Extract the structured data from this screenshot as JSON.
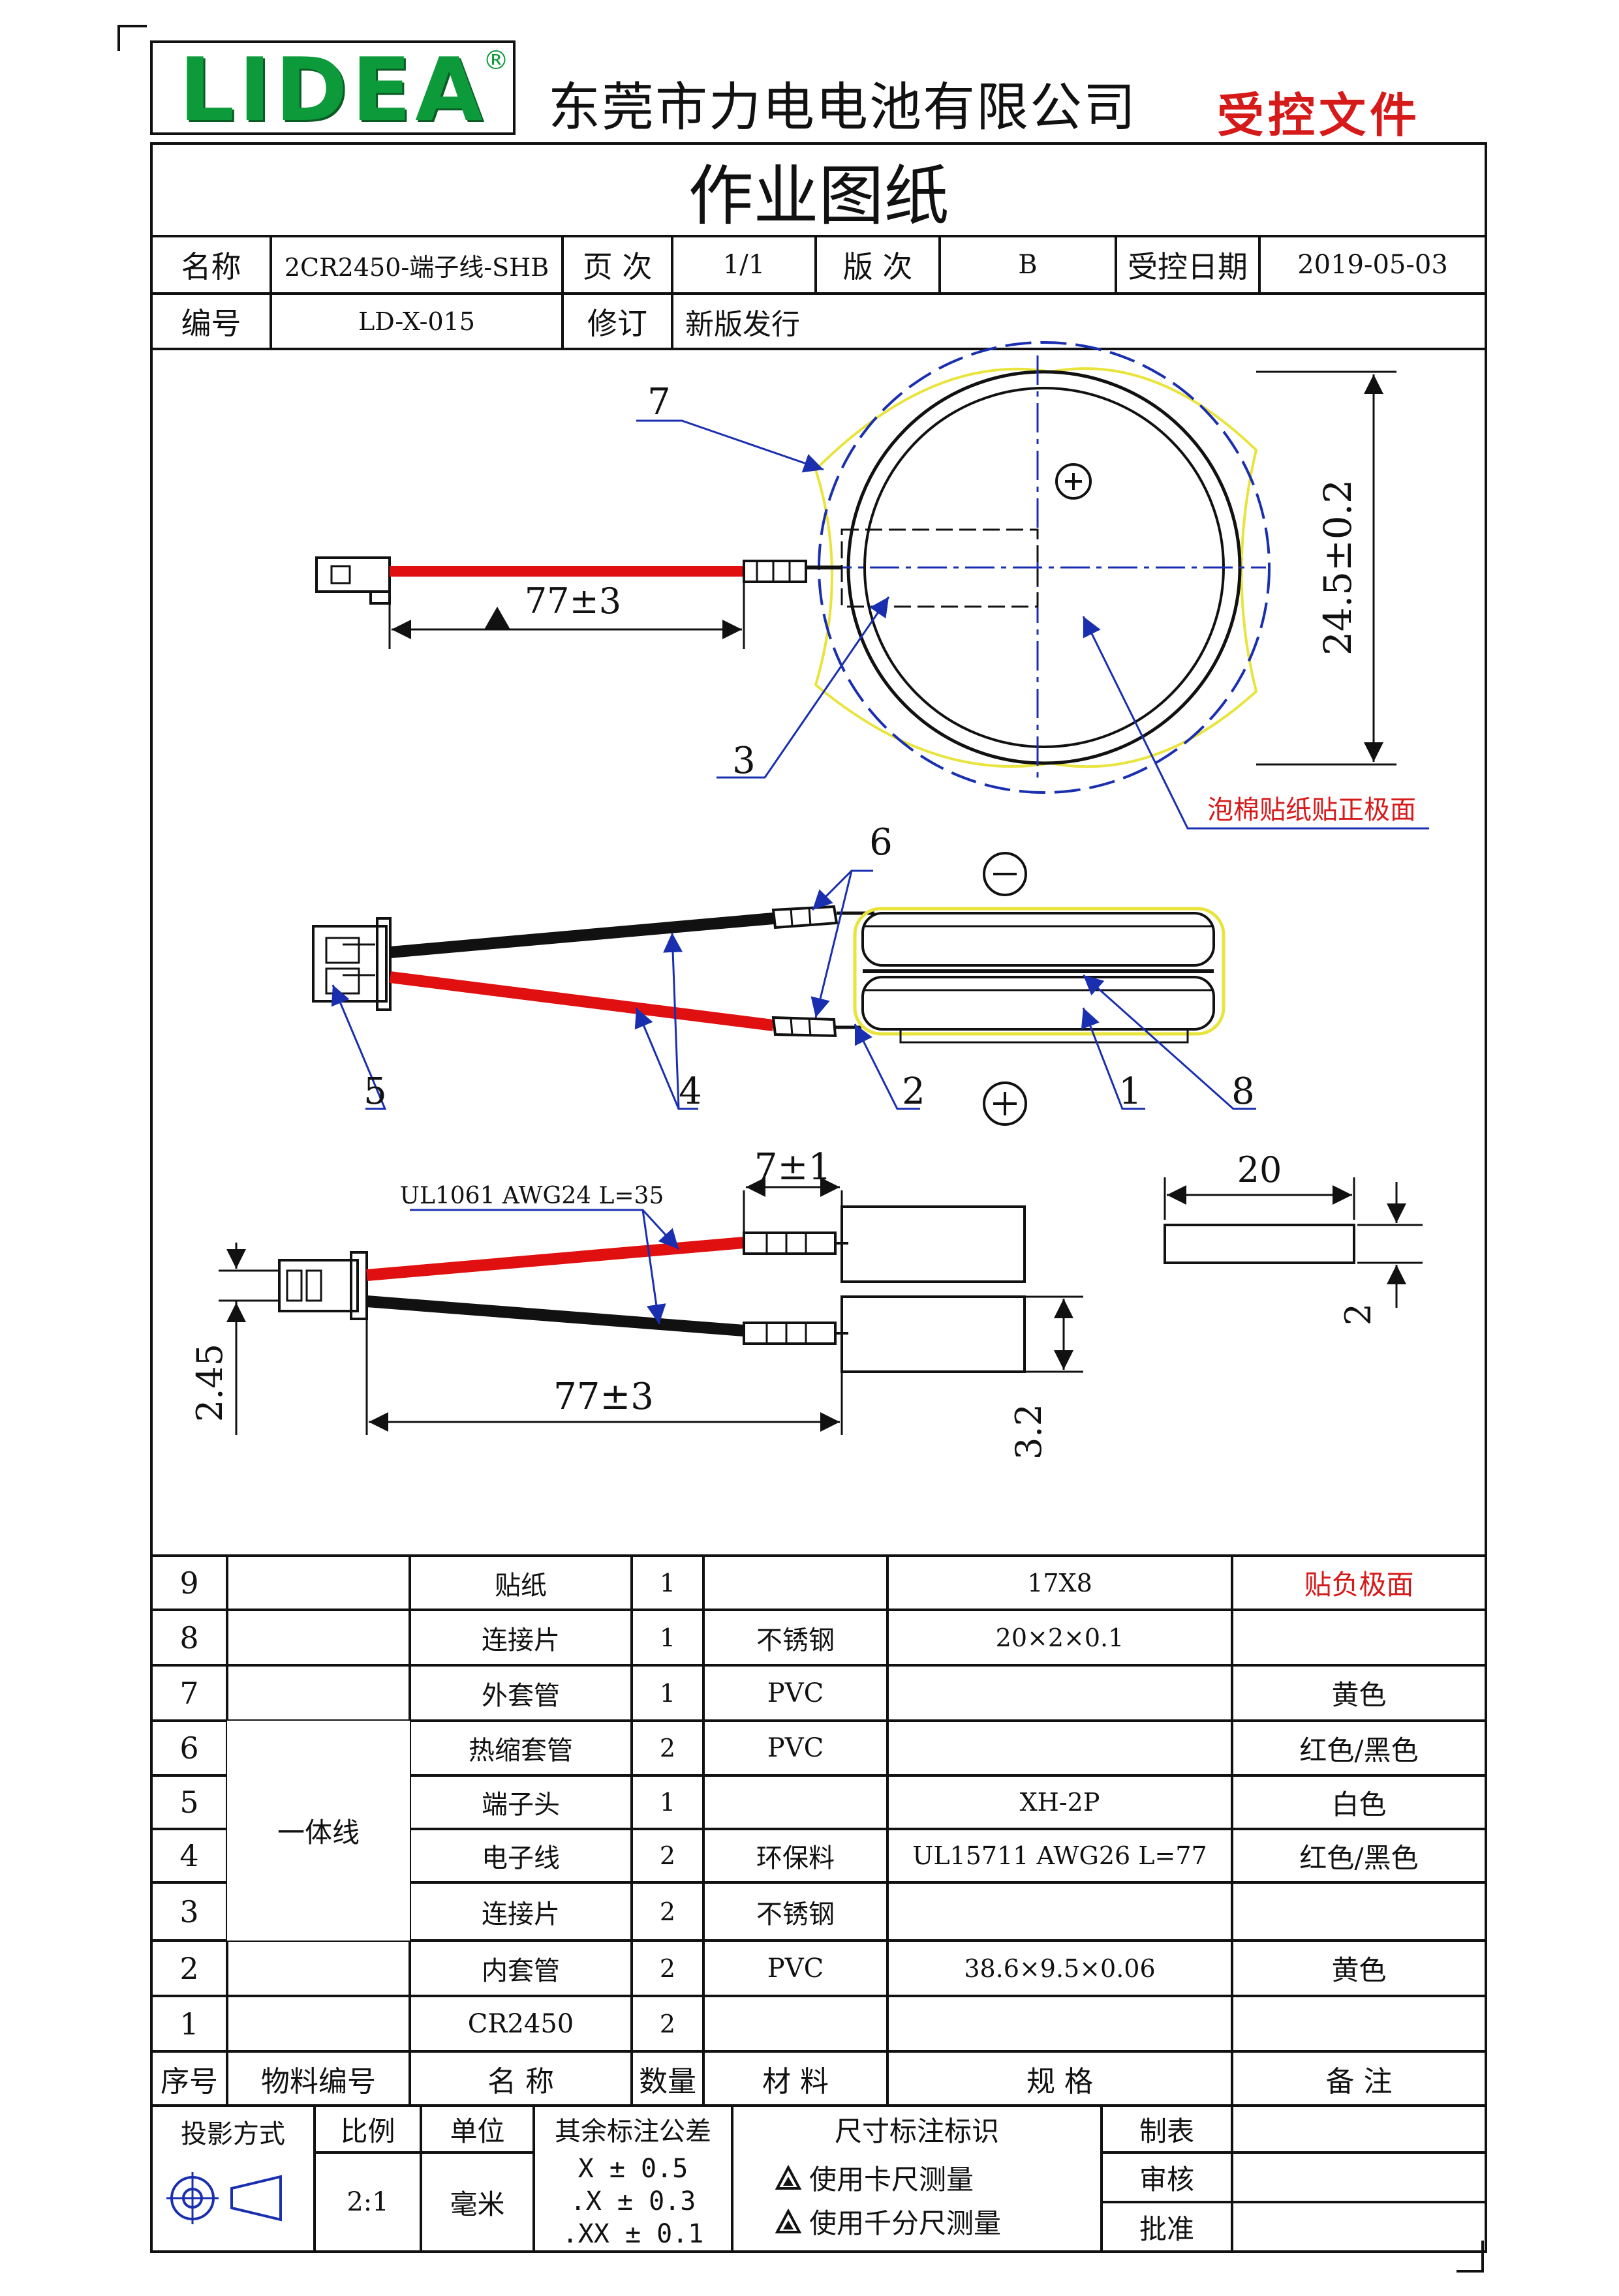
{
  "header": {
    "logo_text": "LIDEA",
    "logo_mark": "®",
    "company": "东莞市力电电池有限公司",
    "controlled_stamp": "受控文件"
  },
  "doc": {
    "title": "作业图纸",
    "name_label": "名称",
    "name_value": "2CR2450-端子线-SHB",
    "page_label": "页  次",
    "page_value": "1/1",
    "version_label": "版  次",
    "version_value": "B",
    "date_label": "受控日期",
    "date_value": "2019-05-03",
    "number_label": "编号",
    "number_value": "LD-X-015",
    "revision_label": "修订",
    "revision_value": "新版发行"
  },
  "drawing": {
    "callouts": {
      "c7": "7",
      "c3": "3",
      "c6": "6",
      "c5": "5",
      "c4": "4",
      "c2": "2",
      "c1": "1",
      "c8": "8"
    },
    "dim_lead_top": "77±3",
    "dim_diameter": "24.5±0.2",
    "foam_note": "泡棉贴纸贴正极面",
    "minus_sign": "−",
    "plus_sign": "+",
    "wire_spec": "UL1061  AWG24  L=35",
    "dim_7": "7±1",
    "dim_20": "20",
    "dim_2": "2",
    "dim_245": "2.45",
    "dim_lead_bottom": "77±3",
    "dim_32": "3.2"
  },
  "bom": {
    "rows": [
      {
        "no": "9",
        "code": "",
        "name": "贴纸",
        "qty": "1",
        "material": "",
        "spec": "17X8",
        "note": "贴负极面"
      },
      {
        "no": "8",
        "code": "",
        "name": "连接片",
        "qty": "1",
        "material": "不锈钢",
        "spec": "20×2×0.1",
        "note": ""
      },
      {
        "no": "7",
        "code": "",
        "name": "外套管",
        "qty": "1",
        "material": "PVC",
        "spec": "",
        "note": "黄色"
      },
      {
        "no": "6",
        "code": "",
        "name": "热缩套管",
        "qty": "2",
        "material": "PVC",
        "spec": "",
        "note": "红色/黑色"
      },
      {
        "no": "5",
        "code": "",
        "name": "端子头",
        "qty": "1",
        "material": "",
        "spec": "XH-2P",
        "note": "白色"
      },
      {
        "no": "4",
        "code": "",
        "name": "电子线",
        "qty": "2",
        "material": "环保料",
        "spec": "UL15711  AWG26  L=77",
        "note": "红色/黑色"
      },
      {
        "no": "3",
        "code": "",
        "name": "连接片",
        "qty": "2",
        "material": "不锈钢",
        "spec": "",
        "note": ""
      },
      {
        "no": "2",
        "code": "",
        "name": "内套管",
        "qty": "2",
        "material": "PVC",
        "spec": "38.6×9.5×0.06",
        "note": "黄色"
      },
      {
        "no": "1",
        "code": "",
        "name": "CR2450",
        "qty": "2",
        "material": "",
        "spec": "",
        "note": ""
      }
    ],
    "merged_code": "一体线",
    "header": {
      "no": "序号",
      "code": "物料编号",
      "name": "名  称",
      "qty": "数量",
      "material": "材 料",
      "spec": "规  格",
      "note": "备  注"
    }
  },
  "footer": {
    "projection_label": "投影方式",
    "scale_label": "比例",
    "scale_value": "2:1",
    "unit_label": "单位",
    "unit_value": "毫米",
    "tolerance_label": "其余标注公差",
    "tol1": "X  ±  0.5",
    "tol2": ".X  ±  0.3",
    "tol3": ".XX  ±  0.1",
    "dim_mark_label": "尺寸标注标识",
    "mark1": "使用卡尺测量",
    "mark2": "使用千分尺测量",
    "made_label": "制表",
    "check_label": "审核",
    "approve_label": "批准"
  }
}
